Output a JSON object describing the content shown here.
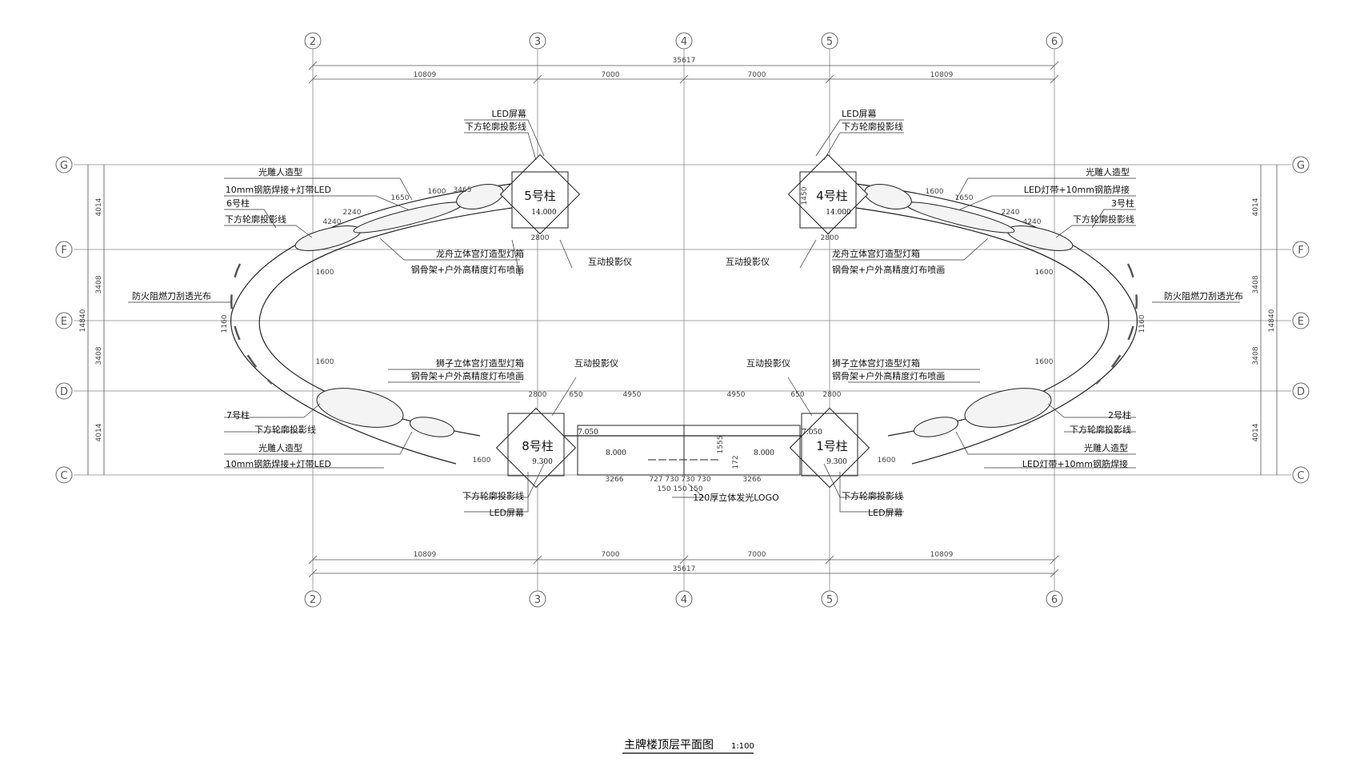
{
  "grid": {
    "columns": [
      "2",
      "3",
      "4",
      "5",
      "6"
    ],
    "rows": [
      "G",
      "F",
      "E",
      "D",
      "C"
    ]
  },
  "dimensions": {
    "top_total": "35617",
    "top_segments": [
      "10809",
      "7000",
      "7000",
      "10809"
    ],
    "bottom_total": "35617",
    "bottom_segments": [
      "10809",
      "7000",
      "7000",
      "10809"
    ],
    "side_total": "14840",
    "side_segments": [
      "4014",
      "3408",
      "3408",
      "4014"
    ],
    "column_width": "2800",
    "center_segments": [
      "4950",
      "4950"
    ],
    "lower_segments": [
      "3266",
      "727",
      "730",
      "730",
      "730",
      "3266"
    ],
    "small": [
      "650",
      "150",
      "150",
      "150",
      "1555",
      "172",
      "1600",
      "1160",
      "1650",
      "2240",
      "4240",
      "3465",
      "4240",
      "1450"
    ]
  },
  "pillars": [
    {
      "name": "5号柱",
      "elev": "14.000"
    },
    {
      "name": "4号柱",
      "elev": "14.000"
    },
    {
      "name": "8号柱",
      "elev": "9.300",
      "elev2": "7.050"
    },
    {
      "name": "1号柱",
      "elev": "9.300",
      "elev2": "7.050"
    }
  ],
  "platform_elev": [
    "8.000",
    "8.000"
  ],
  "labels": {
    "led_screen": "LED屏幕",
    "outline": "下方轮廓投影线",
    "projector": "互动投影仪",
    "sculpture_left": "光雕人造型",
    "sculpture_left_2": "10mm钢筋焊接+灯带LED",
    "sculpture_right": "光雕人造型",
    "sculpture_right_2": "LED灯带+10mm钢筋焊接",
    "col6": "6号柱",
    "col3": "3号柱",
    "col7": "7号柱",
    "col2": "2号柱",
    "dragon_1": "龙舟立体宫灯造型灯箱",
    "dragon_2": "钢骨架+户外高精度灯布喷画",
    "lion_1": "狮子立体宫灯造型灯箱",
    "lion_2": "钢骨架+户外高精度灯布喷画",
    "fire_cloth": "防火阻燃刀刮透光布",
    "logo": "120厚立体发光LOGO"
  },
  "title": "主牌楼顶层平面图",
  "scale": "1:100"
}
